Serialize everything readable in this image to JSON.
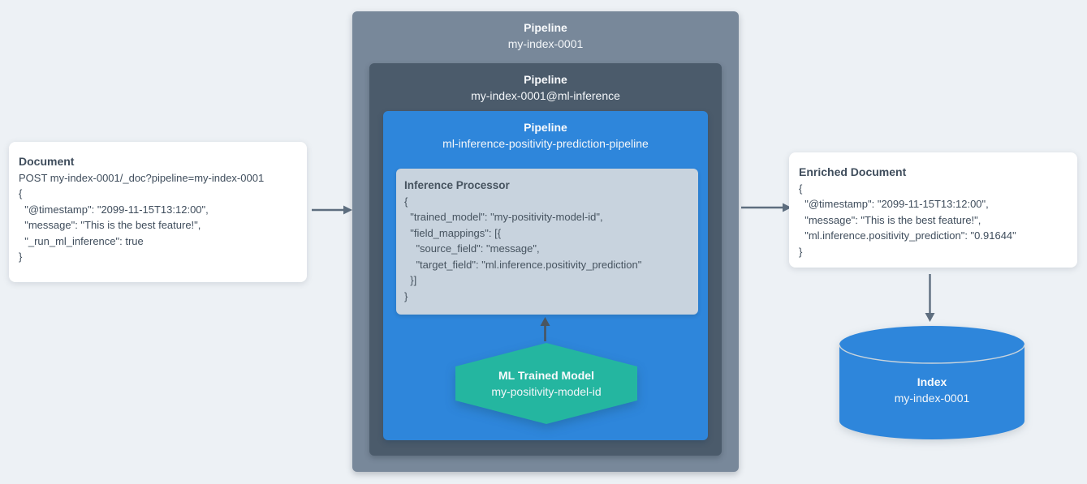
{
  "colors": {
    "background": "#edf1f5",
    "outer_pipeline_box": "#78889a",
    "inner_pipeline_box": "#4b5b6b",
    "ml_pipeline_box": "#2e86db",
    "processor_box": "#c8d3de",
    "model_hexagon": "#24b6a0",
    "index_cylinder": "#2e86db",
    "card_background": "#ffffff",
    "card_text": "#3f4d5c",
    "arrow": "#5e6e7f"
  },
  "document_card": {
    "title": "Document",
    "code": [
      "POST my-index-0001/_doc?pipeline=my-index-0001",
      "{",
      "  \"@timestamp\": \"2099-11-15T13:12:00\",",
      "  \"message\": \"This is the best feature!\",",
      "  \"_run_ml_inference\": true",
      "}"
    ]
  },
  "outer_pipeline": {
    "title": "Pipeline",
    "name": "my-index-0001"
  },
  "ml_inference_pipeline": {
    "title": "Pipeline",
    "name": "my-index-0001@ml-inference"
  },
  "prediction_pipeline": {
    "title": "Pipeline",
    "name": "ml-inference-positivity-prediction-pipeline"
  },
  "inference_processor": {
    "title": "Inference Processor",
    "code": [
      "{",
      "  \"trained_model\": \"my-positivity-model-id\",",
      "  \"field_mappings\": [{",
      "    \"source_field\": \"message\",",
      "    \"target_field\": \"ml.inference.positivity_prediction\"",
      "  }]",
      "}"
    ]
  },
  "ml_trained_model": {
    "title": "ML Trained Model",
    "name": "my-positivity-model-id"
  },
  "enriched_document_card": {
    "title": "Enriched Document",
    "code": [
      "{",
      "  \"@timestamp\": \"2099-11-15T13:12:00\",",
      "  \"message\": \"This is the best feature!\",",
      "  \"ml.inference.positivity_prediction\": \"0.91644\"",
      "}"
    ]
  },
  "index": {
    "title": "Index",
    "name": "my-index-0001"
  }
}
